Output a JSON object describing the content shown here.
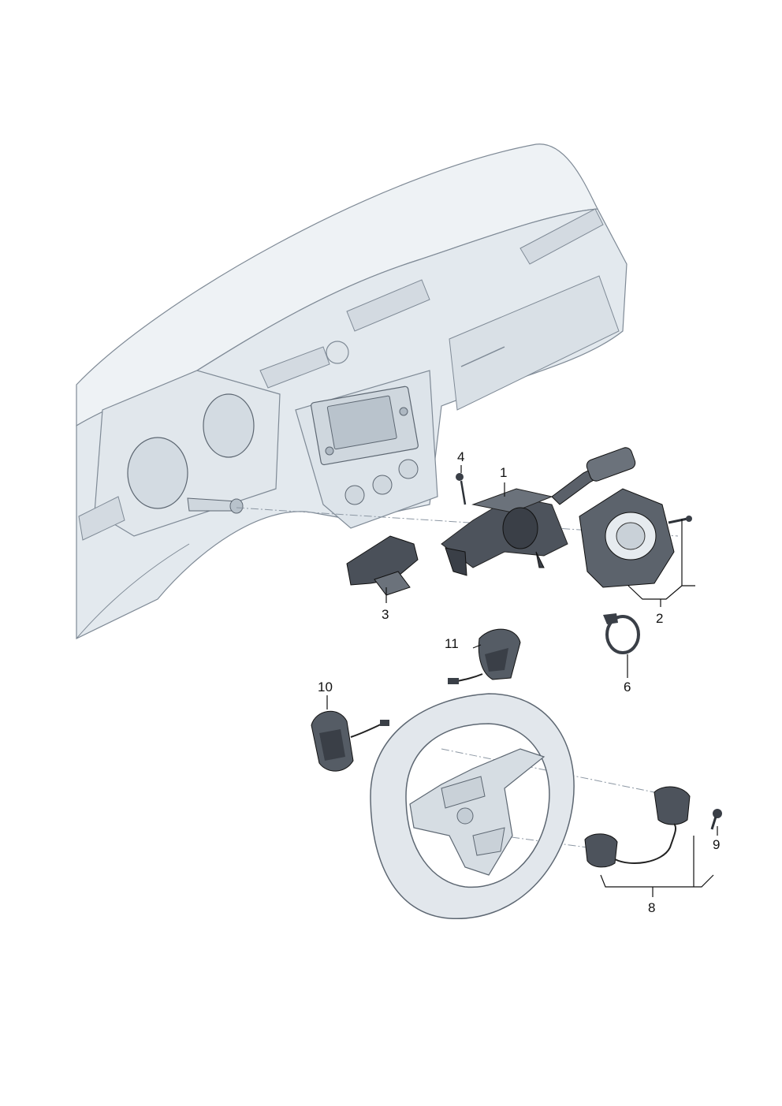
{
  "callouts": {
    "c1": "1",
    "c2": "2",
    "c3": "3",
    "c4": "4",
    "c6": "6",
    "c8": "8",
    "c9": "9",
    "c10": "10",
    "c11": "11"
  },
  "colors": {
    "dash_fill": "#e6ebef",
    "dash_shade": "#cfd7de",
    "dash_line": "#7f8a96",
    "part_dark": "#3a3f47",
    "part_mid": "#6b727b",
    "wheel_fill": "#e2e7ec",
    "leader": "#111111",
    "axis": "#8c97a3"
  }
}
